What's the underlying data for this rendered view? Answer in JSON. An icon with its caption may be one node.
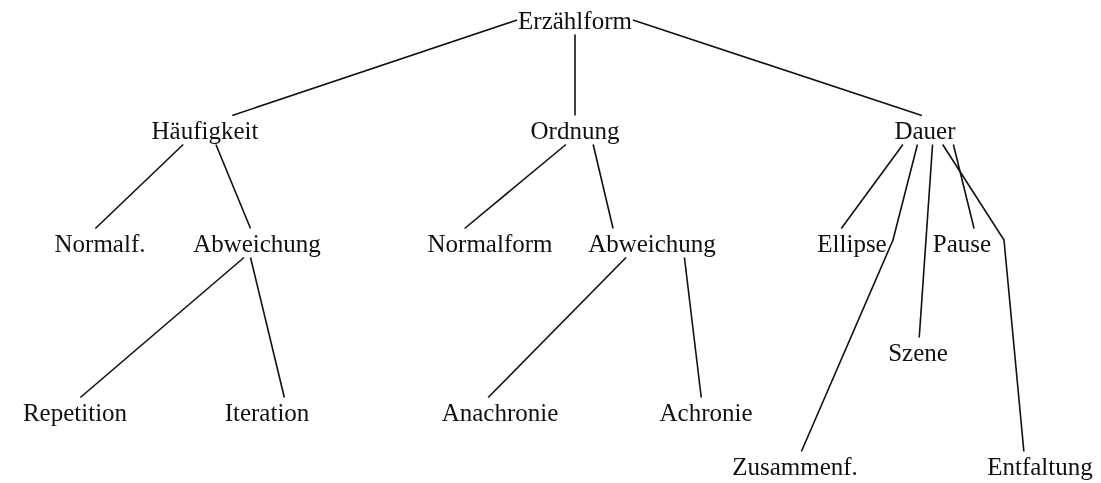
{
  "diagram": {
    "nodes": [
      {
        "text": [
          "Erzählform"
        ]
      },
      {
        "text": [
          "Häufigkeit"
        ]
      },
      {
        "text": [
          "Ordnung"
        ]
      },
      {
        "text": [
          "Dauer"
        ]
      },
      {
        "text": [
          "Normalf."
        ]
      },
      {
        "text": [
          "Abweichung"
        ]
      },
      {
        "text": [
          "Normalform"
        ]
      },
      {
        "text": [
          "Abweichung"
        ]
      },
      {
        "text": [
          "Ellipse"
        ]
      },
      {
        "text": [
          "Pause"
        ]
      },
      {
        "text": [
          "Szene"
        ]
      },
      {
        "text": [
          "Repetition"
        ]
      },
      {
        "text": [
          "Iteration"
        ]
      },
      {
        "text": [
          "Anachronie"
        ]
      },
      {
        "text": [
          "Achronie"
        ]
      },
      {
        "text": [
          "Zusammenf."
        ]
      },
      {
        "text": [
          "Entfaltung"
        ]
      }
    ],
    "edges": [
      {
        "from": 0,
        "to": 1,
        "arrow": "none"
      },
      {
        "from": 0,
        "to": 2,
        "arrow": "none"
      },
      {
        "from": 0,
        "to": 3,
        "arrow": "none"
      },
      {
        "from": 1,
        "to": 4,
        "arrow": "none"
      },
      {
        "from": 1,
        "to": 5,
        "arrow": "none"
      },
      {
        "from": 2,
        "to": 6,
        "arrow": "none"
      },
      {
        "from": 2,
        "to": 7,
        "arrow": "none"
      },
      {
        "from": 3,
        "to": 8,
        "arrow": "none"
      },
      {
        "from": 3,
        "to": 15,
        "arrow": "none"
      },
      {
        "from": 3,
        "to": 10,
        "arrow": "none"
      },
      {
        "from": 3,
        "to": 16,
        "arrow": "none"
      },
      {
        "from": 3,
        "to": 9,
        "arrow": "none"
      },
      {
        "from": 5,
        "to": 11,
        "arrow": "none"
      },
      {
        "from": 5,
        "to": 12,
        "arrow": "none"
      },
      {
        "from": 7,
        "to": 13,
        "arrow": "none"
      },
      {
        "from": 7,
        "to": 14,
        "arrow": "none"
      }
    ]
  }
}
